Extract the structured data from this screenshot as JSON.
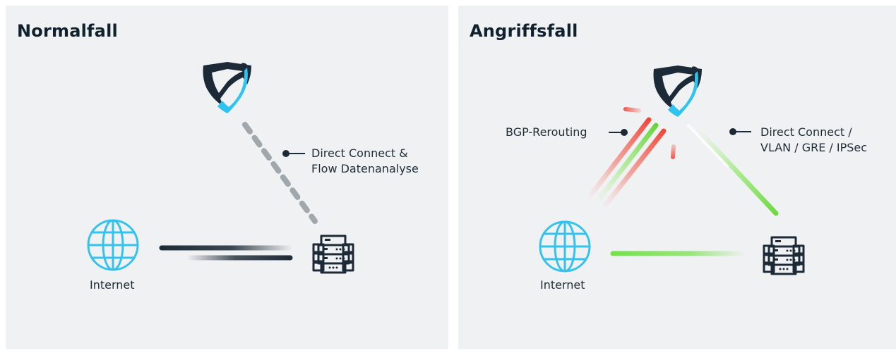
{
  "panels": {
    "normal": {
      "title": "Normalfall",
      "connection_label": [
        "Direct Connect &",
        "Flow Datenanalyse"
      ],
      "internet_label": "Internet"
    },
    "attack": {
      "title": "Angriffsfall",
      "rerouting_label": "BGP-Rerouting",
      "connection_label": [
        "Direct Connect /",
        "VLAN / GRE / IPSec"
      ],
      "internet_label": "Internet"
    }
  },
  "colors": {
    "panel_bg": "#f0f1f2",
    "dark_navy": "#1b2a36",
    "accent_cyan": "#2ec4ef",
    "globe_blue": "#33c3ee",
    "dashed_gray": "#a0a8ae",
    "attack_red": "#ee4a3c",
    "clean_green": "#74e04a"
  },
  "icons": [
    "shield-icon",
    "globe-icon",
    "server-icon"
  ]
}
